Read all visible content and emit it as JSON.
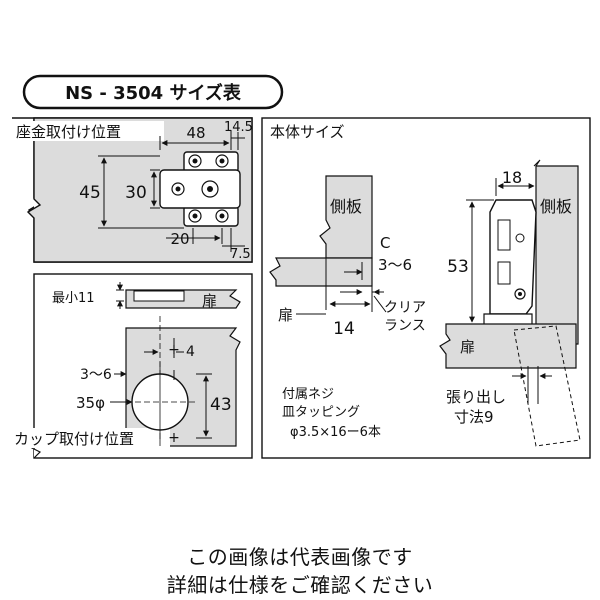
{
  "title": "NS - 3504 サイズ表",
  "mount_plate": {
    "heading": "座金取付け位置",
    "dim_48": "48",
    "dim_14_5": "14.5",
    "dim_45": "45",
    "dim_30": "30",
    "dim_20": "20",
    "dim_7_5": "7.5"
  },
  "cup": {
    "heading": "カップ取付け位置",
    "min_label": "最小11",
    "door_label": "扉",
    "dim_4": "4",
    "dim_3_6": "3～6",
    "dim_35": "35φ",
    "dim_43": "43"
  },
  "body": {
    "heading": "本体サイズ",
    "side_panel_label": "側板",
    "c_label": "C",
    "dim_3_6": "3～6",
    "clearance_label_1": "クリア",
    "clearance_label_2": "ランス",
    "door_label": "扉",
    "dim_14": "14",
    "dim_18": "18",
    "side_panel_label_2": "側板",
    "dim_53": "53",
    "door_label_2": "扉",
    "overhang_label_1": "張り出し",
    "overhang_label_2": "寸法9",
    "screw_label_1": "付属ネジ",
    "screw_label_2": "皿タッピング",
    "screw_label_3": "φ3.5×16ー6本"
  },
  "caption": {
    "line1": "この画像は代表画像です",
    "line2": "詳細は仕様をご確認ください"
  }
}
